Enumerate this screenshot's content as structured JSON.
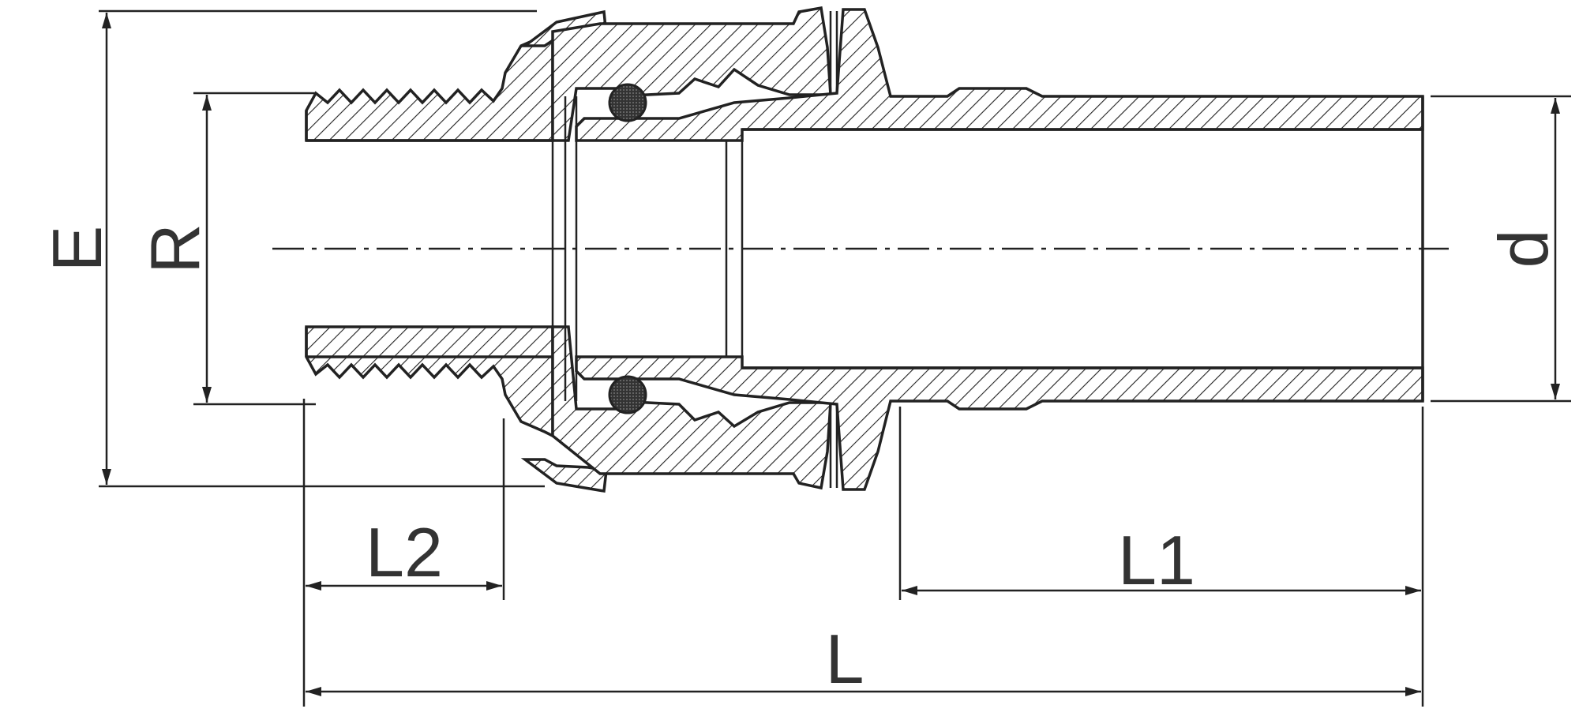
{
  "labels": {
    "E": "E",
    "R": "R",
    "d": "d",
    "L": "L",
    "L1": "L1",
    "L2": "L2"
  },
  "colors": {
    "line": "#222222",
    "label": "#333333",
    "background": "#ffffff"
  }
}
